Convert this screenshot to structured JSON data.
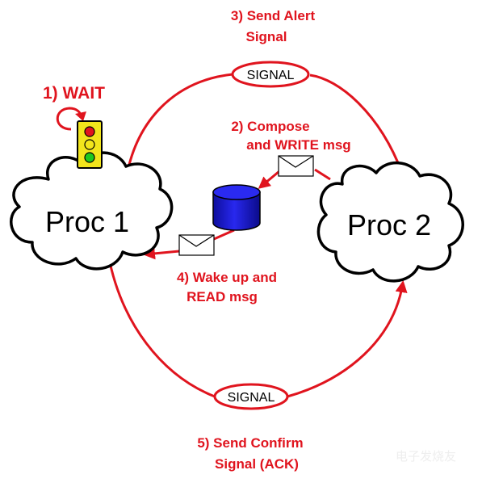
{
  "diagram": {
    "proc1": {
      "label": "Proc 1"
    },
    "proc2": {
      "label": "Proc 2"
    },
    "steps": {
      "step1": "1) WAIT",
      "step2": [
        "2) Compose",
        "and WRITE msg"
      ],
      "step3": [
        "3) Send Alert",
        "Signal"
      ],
      "step4": [
        "4) Wake up and",
        "READ msg"
      ],
      "step5": [
        "5) Send Confirm",
        "Signal (ACK)"
      ]
    },
    "signals": {
      "top": "SIGNAL",
      "bottom": "SIGNAL"
    },
    "colors": {
      "accent": "#e0141e",
      "database": "#1a1ad6",
      "traffic_light": "#f2e51c",
      "signal_outline": "#e0141e"
    },
    "icons": {
      "traffic_light": "traffic-light-icon",
      "database": "database-cylinder-icon",
      "envelope": "envelope-icon",
      "wait_loop": "loop-arrow-icon"
    },
    "watermark": "电子发烧友"
  }
}
